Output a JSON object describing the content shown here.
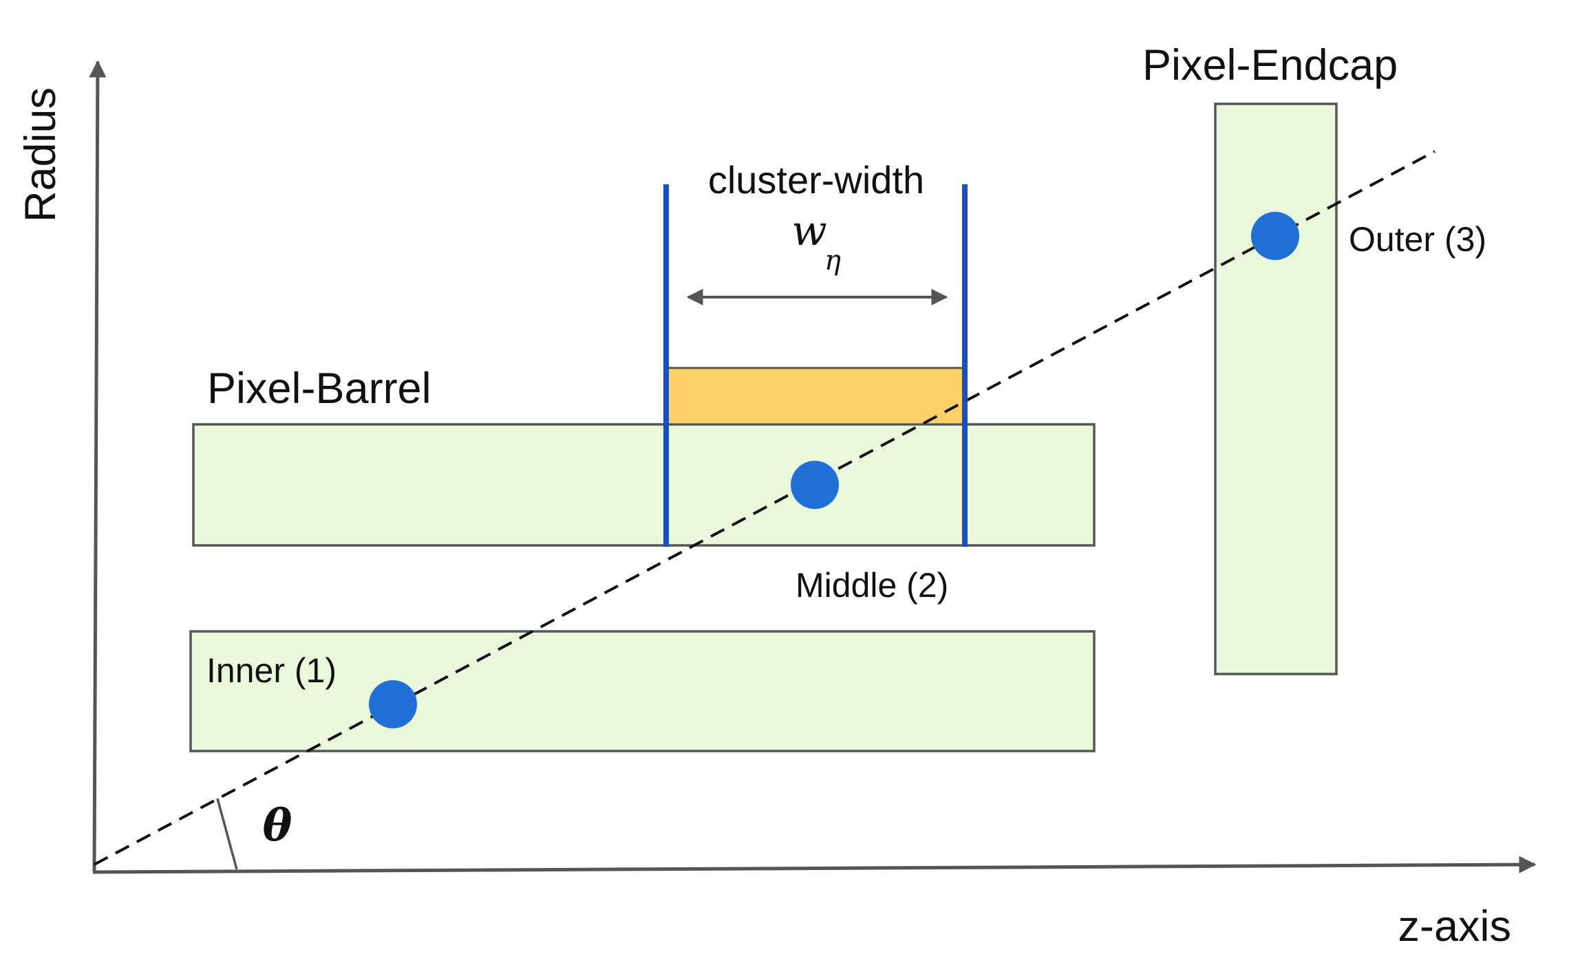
{
  "labels": {
    "y_axis": "Radius",
    "x_axis": "z-axis",
    "angle": "θ",
    "width_title": "cluster-width",
    "width_symbol": "w",
    "width_subscript": "η"
  },
  "regions": {
    "barrel": {
      "label": "Pixel-Barrel"
    },
    "endcap": {
      "label": "Pixel-Endcap"
    }
  },
  "hits": [
    {
      "label": "Inner (1)"
    },
    {
      "label": "Middle (2)"
    },
    {
      "label": "Outer (3)"
    }
  ],
  "colors": {
    "module_fill": "#e9f8da",
    "module_stroke": "#555555",
    "cluster_fill": "#ffd166",
    "hit": "#1f6fd6",
    "bound": "#1a4fc0",
    "axis": "#555555",
    "track": "#111111"
  }
}
